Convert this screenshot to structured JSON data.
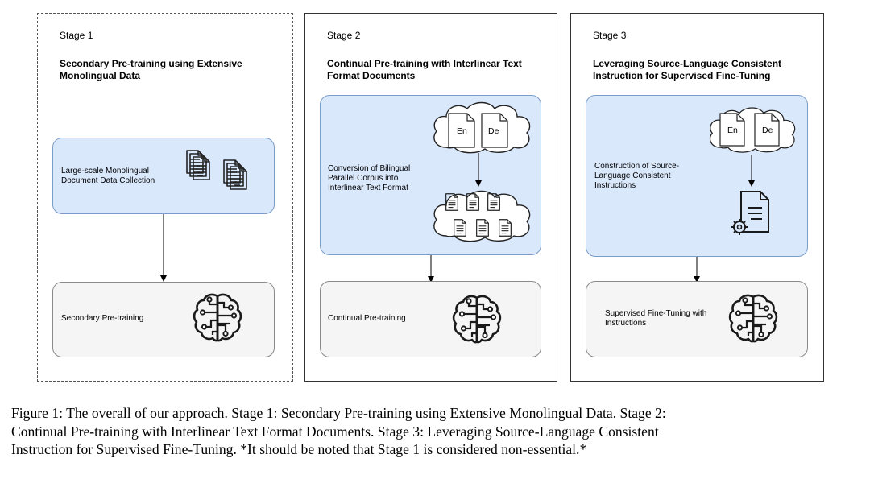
{
  "stages": [
    {
      "label": "Stage 1",
      "title": "Secondary Pre-training using Extensive Monolingual Data",
      "data_box": "Large-scale Monolingual Document Data Collection",
      "train_box": "Secondary Pre-training"
    },
    {
      "label": "Stage 2",
      "title": "Continual Pre-training with Interlinear Text Format Documents",
      "data_box": "Conversion of Bilingual Parallel Corpus into Interlinear Text Format",
      "train_box": "Continual Pre-training",
      "cloud_labels": [
        "En",
        "De"
      ]
    },
    {
      "label": "Stage 3",
      "title": "Leveraging Source-Language Consistent Instruction for Supervised Fine-Tuning",
      "data_box": "Construction of Source-Language Consistent Instructions",
      "train_box": "Supervised Fine-Tuning with Instructions",
      "cloud_labels": [
        "En",
        "De"
      ]
    }
  ],
  "caption": {
    "line1": "Figure 1: The overall of our approach. Stage 1: Secondary Pre-training using Extensive Monolingual Data. Stage 2:",
    "line2": "Continual Pre-training with Interlinear Text Format Documents. Stage 3: Leveraging Source-Language Consistent",
    "line3": "Instruction for Supervised Fine-Tuning. *It should be noted that Stage 1 is considered non-essential.*"
  }
}
